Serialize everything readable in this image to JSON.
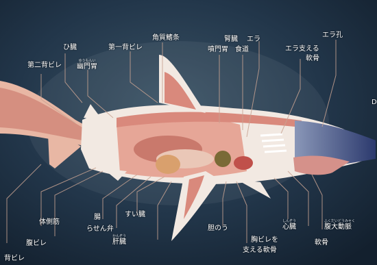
{
  "labels": {
    "second_dorsal_fin": "第二背ビレ",
    "tail_ventral_fin": "ひ臓",
    "pyloric_stomach": "幽門胃",
    "first_dorsal_fin": "第一背ビレ",
    "cardiac_region": "角質鰭条",
    "stomach": "噴門胃",
    "esophagus": "食道",
    "kidney": "腎臓",
    "gill": "エラ",
    "gill_support_cartilage": "エラ支える",
    "gill_support_cartilage_2": "軟骨",
    "gill_slit": "エラ孔",
    "lateral_muscle": "体側筋",
    "pelvic_fin": "腹ビレ",
    "dorsal_fin_bottom": "背ビレ",
    "intestine": "腸",
    "spiral_valve": "らせん弁",
    "liver": "肝臓",
    "pancreas": "すい臓",
    "gallbladder": "胆のう",
    "pectoral_fin_support": "胸ビレを",
    "pectoral_fin_support_2": "支える軟骨",
    "heart": "心臓",
    "ventral_aorta": "腹大動脈",
    "cartilage": "軟骨",
    "ruby_liver": "かんぞう",
    "ruby_heart": "しんぞう",
    "ruby_aorta": "ふくだいどうみゃく",
    "ruby_pyloric": "ゆうもんい",
    "edge_letter": "D"
  }
}
